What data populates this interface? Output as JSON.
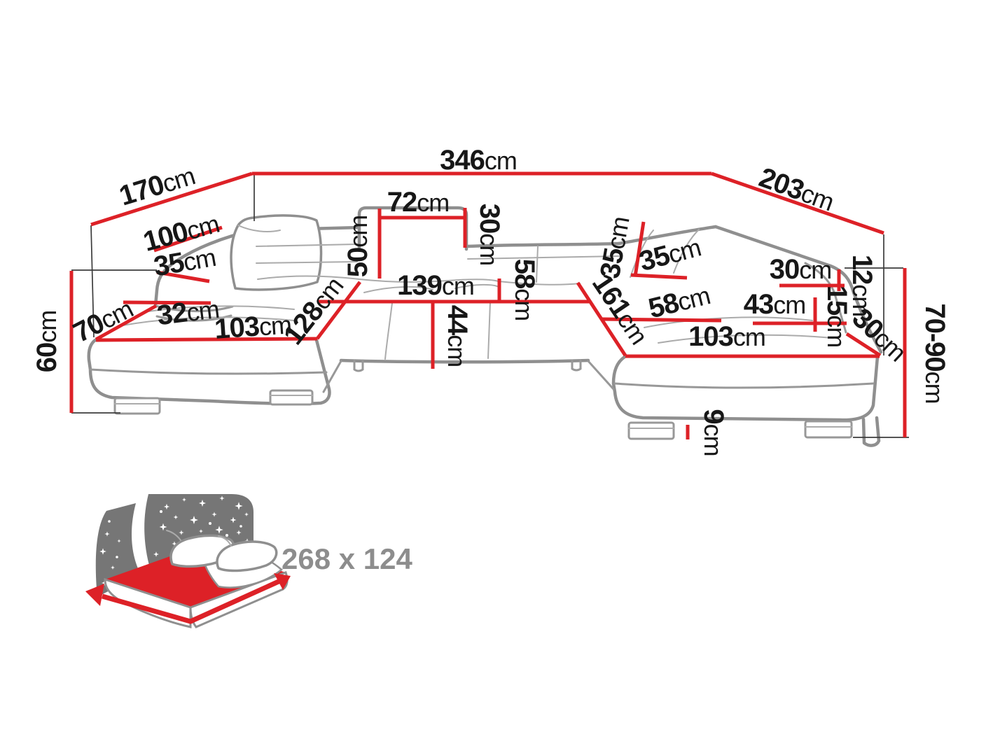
{
  "diagram": {
    "title": "corner-sofa-dimension-diagram",
    "unit": "cm",
    "dims": {
      "total_width": {
        "v": "346",
        "u": "cm"
      },
      "left_depth": {
        "v": "170",
        "u": "cm"
      },
      "right_depth": {
        "v": "203",
        "u": "cm"
      },
      "left_arm_length": {
        "v": "100",
        "u": "cm"
      },
      "left_arm_width": {
        "v": "35",
        "u": "cm"
      },
      "left_end_width": {
        "v": "70",
        "u": "cm"
      },
      "left_arm_pad_width": {
        "v": "32",
        "u": "cm"
      },
      "left_chaise_length": {
        "v": "103",
        "u": "cm"
      },
      "left_chaise_diag": {
        "v": "128",
        "u": "cm"
      },
      "headrest_width": {
        "v": "72",
        "u": "cm"
      },
      "headrest_height": {
        "v": "30",
        "u": "cm"
      },
      "backrest_height": {
        "v": "50",
        "u": "cm"
      },
      "center_seat_width": {
        "v": "139",
        "u": "cm"
      },
      "center_seat_depth": {
        "v": "58",
        "u": "cm"
      },
      "seat_height": {
        "v": "44",
        "u": "cm"
      },
      "right_seat_diag": {
        "v": "161",
        "u": "cm"
      },
      "right_back_a": {
        "v": "35",
        "u": "cm"
      },
      "right_back_b": {
        "v": "35",
        "u": "cm"
      },
      "right_seat_depth": {
        "v": "58",
        "u": "cm"
      },
      "right_arm_pad": {
        "v": "43",
        "u": "cm"
      },
      "right_arm_top": {
        "v": "30",
        "u": "cm"
      },
      "right_back_offset": {
        "v": "12",
        "u": "cm"
      },
      "right_arm_drop": {
        "v": "15",
        "u": "cm"
      },
      "right_arm_width": {
        "v": "30",
        "u": "cm"
      },
      "right_chaise_length": {
        "v": "103",
        "u": "cm"
      },
      "total_height": {
        "v": "70-90",
        "u": "cm"
      },
      "leg_height": {
        "v": "9",
        "u": "cm"
      },
      "left_height": {
        "v": "60",
        "u": "cm"
      }
    }
  },
  "sleeping": {
    "size_label": "268 x 124"
  },
  "colors": {
    "dimension_line": "#dd2127",
    "sofa_outline": "#8f8f8f",
    "label_text": "#171717",
    "bed_board": "#767676",
    "bed_accent": "#dd2127",
    "bed_label_text": "#8d8d8d"
  }
}
